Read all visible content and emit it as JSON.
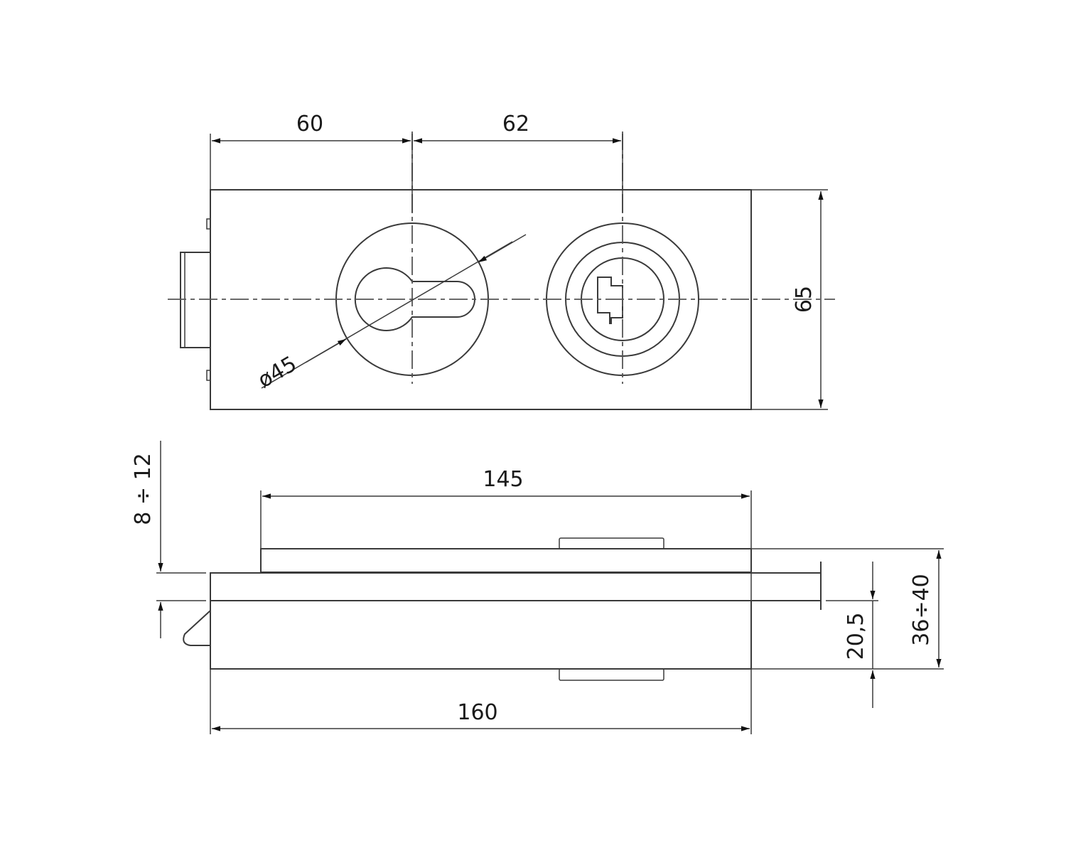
{
  "title": "Glass door lock - dimensional drawing",
  "colors": {
    "brass": "#fdf6c8",
    "glass": "#bde4f8",
    "line": "#3a3a3a"
  },
  "top_view": {
    "dim_cylinder_offset": "60",
    "dim_center_distance": "62",
    "dim_height": "65",
    "dim_rosette_diameter": "ø45"
  },
  "side_view": {
    "dim_glass_thickness": "8 ÷ 12",
    "dim_top_plate_length": "145",
    "dim_body_length": "160",
    "dim_lower_height": "20,5",
    "dim_total_height": "36÷40"
  }
}
